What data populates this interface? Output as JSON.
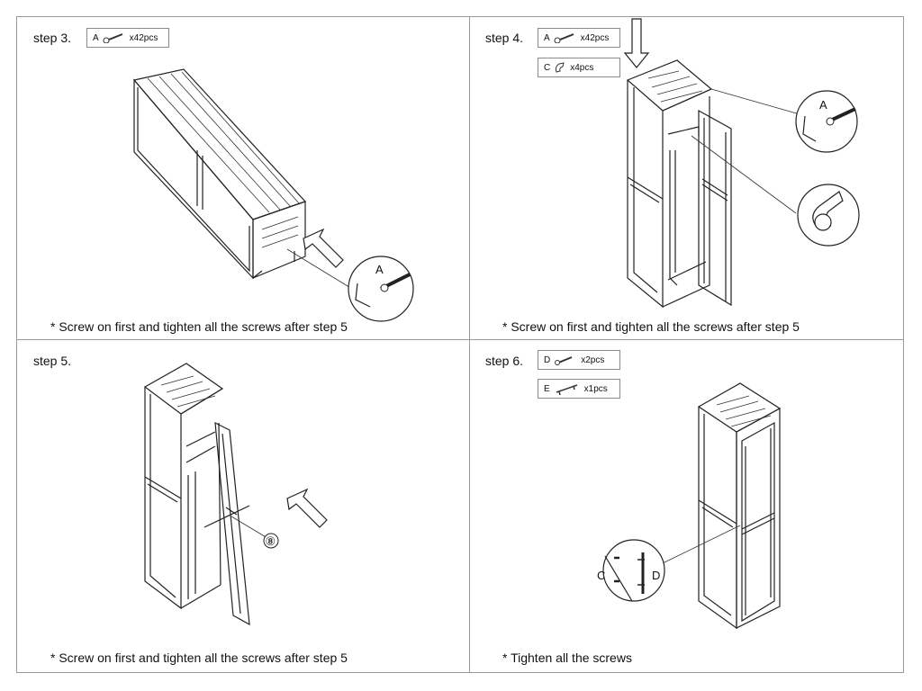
{
  "panels": [
    {
      "step": "step 3.",
      "parts": [
        {
          "code": "A",
          "qty": "x42pcs",
          "icon": "screw-icon"
        }
      ],
      "callout": "A",
      "note": "* Screw on first and tighten all the screws after step 5"
    },
    {
      "step": "step 4.",
      "parts": [
        {
          "code": "A",
          "qty": "x42pcs",
          "icon": "screw-icon"
        },
        {
          "code": "C",
          "qty": "x4pcs",
          "icon": "hinge-clip-icon"
        }
      ],
      "callout": "A",
      "note": "* Screw on first and tighten all the screws after step 5"
    },
    {
      "step": "step 5.",
      "parts": [],
      "callout": "⑧",
      "note": "* Screw on first and tighten all the screws after step 5"
    },
    {
      "step": "step 6.",
      "parts": [
        {
          "code": "D",
          "qty": "x2pcs",
          "icon": "short-screw-icon"
        },
        {
          "code": "E",
          "qty": "x1pcs",
          "icon": "handle-icon"
        }
      ],
      "callout_left": "C",
      "callout_right": "D",
      "note": "* Tighten all the screws"
    }
  ]
}
